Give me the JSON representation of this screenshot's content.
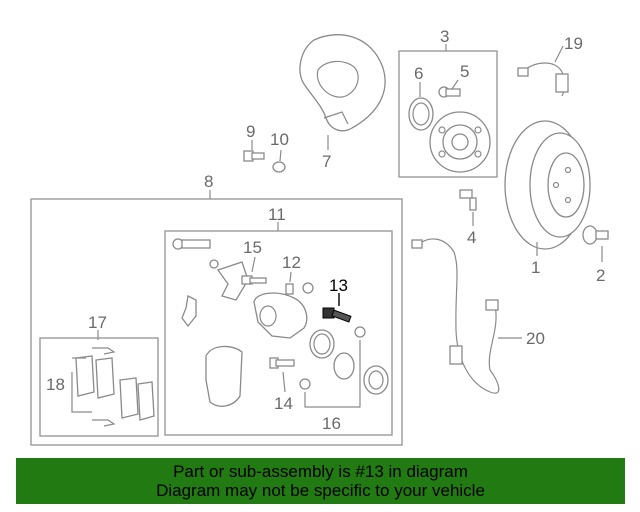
{
  "callouts": {
    "c1": "1",
    "c2": "2",
    "c3": "3",
    "c4": "4",
    "c5": "5",
    "c6": "6",
    "c7": "7",
    "c8": "8",
    "c9": "9",
    "c10": "10",
    "c11": "11",
    "c12": "12",
    "c13": "13",
    "c14": "14",
    "c15": "15",
    "c16": "16",
    "c17": "17",
    "c18": "18",
    "c19": "19",
    "c20": "20"
  },
  "highlighted_part": "13",
  "banner": {
    "line1": "Part or sub-assembly is #13 in diagram",
    "line2": "Diagram may not be specific to your vehicle",
    "background_color": "#217a12"
  }
}
